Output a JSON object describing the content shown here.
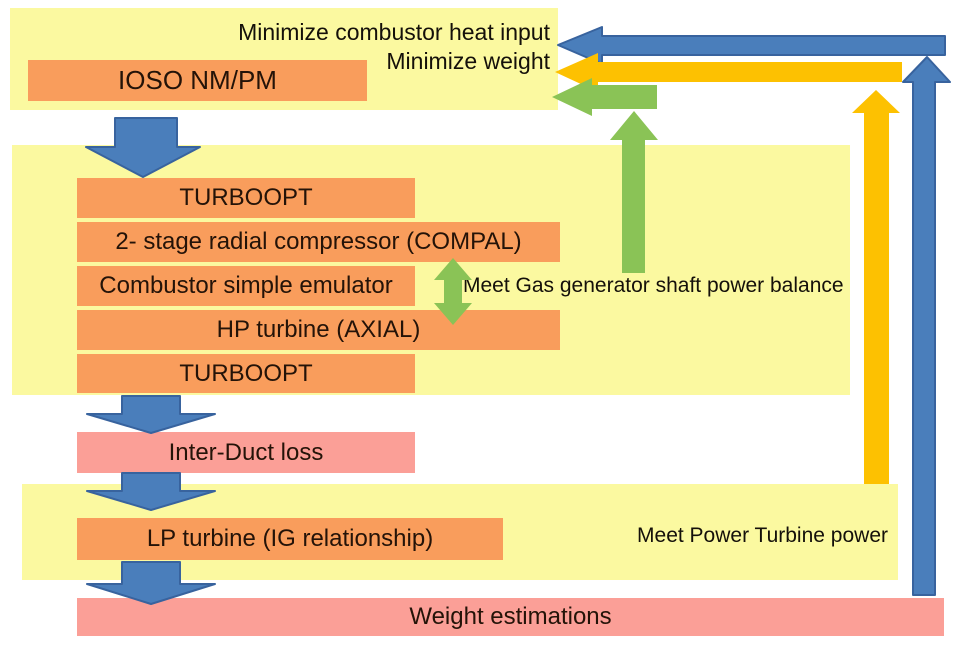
{
  "colors": {
    "yellow_panel": "#FBF9A0",
    "orange_box": "#F99D5C",
    "pink_box": "#FB9F97",
    "blue_arrow": "#4A7EBB",
    "blue_arrow_border": "#38639E",
    "gold_arrow": "#FDC101",
    "green_arrow": "#8AC356",
    "text": "#1a1a1a"
  },
  "top": {
    "objective_line1": "Minimize combustor heat input",
    "objective_line2": "Minimize weight",
    "optimizer_box": "IOSO NM/PM"
  },
  "gas_generator": {
    "rows": [
      "TURBOOPT",
      "2- stage radial compressor (COMPAL)",
      "Combustor simple  emulator",
      "HP turbine (AXIAL)",
      "TURBOOPT"
    ],
    "constraint": "Meet Gas generator shaft power balance"
  },
  "interduct": {
    "label": "Inter-Duct loss"
  },
  "power_turbine": {
    "lp_box": "LP turbine (IG relationship)",
    "constraint": "Meet Power Turbine power"
  },
  "weight": {
    "label": "Weight estimations"
  }
}
